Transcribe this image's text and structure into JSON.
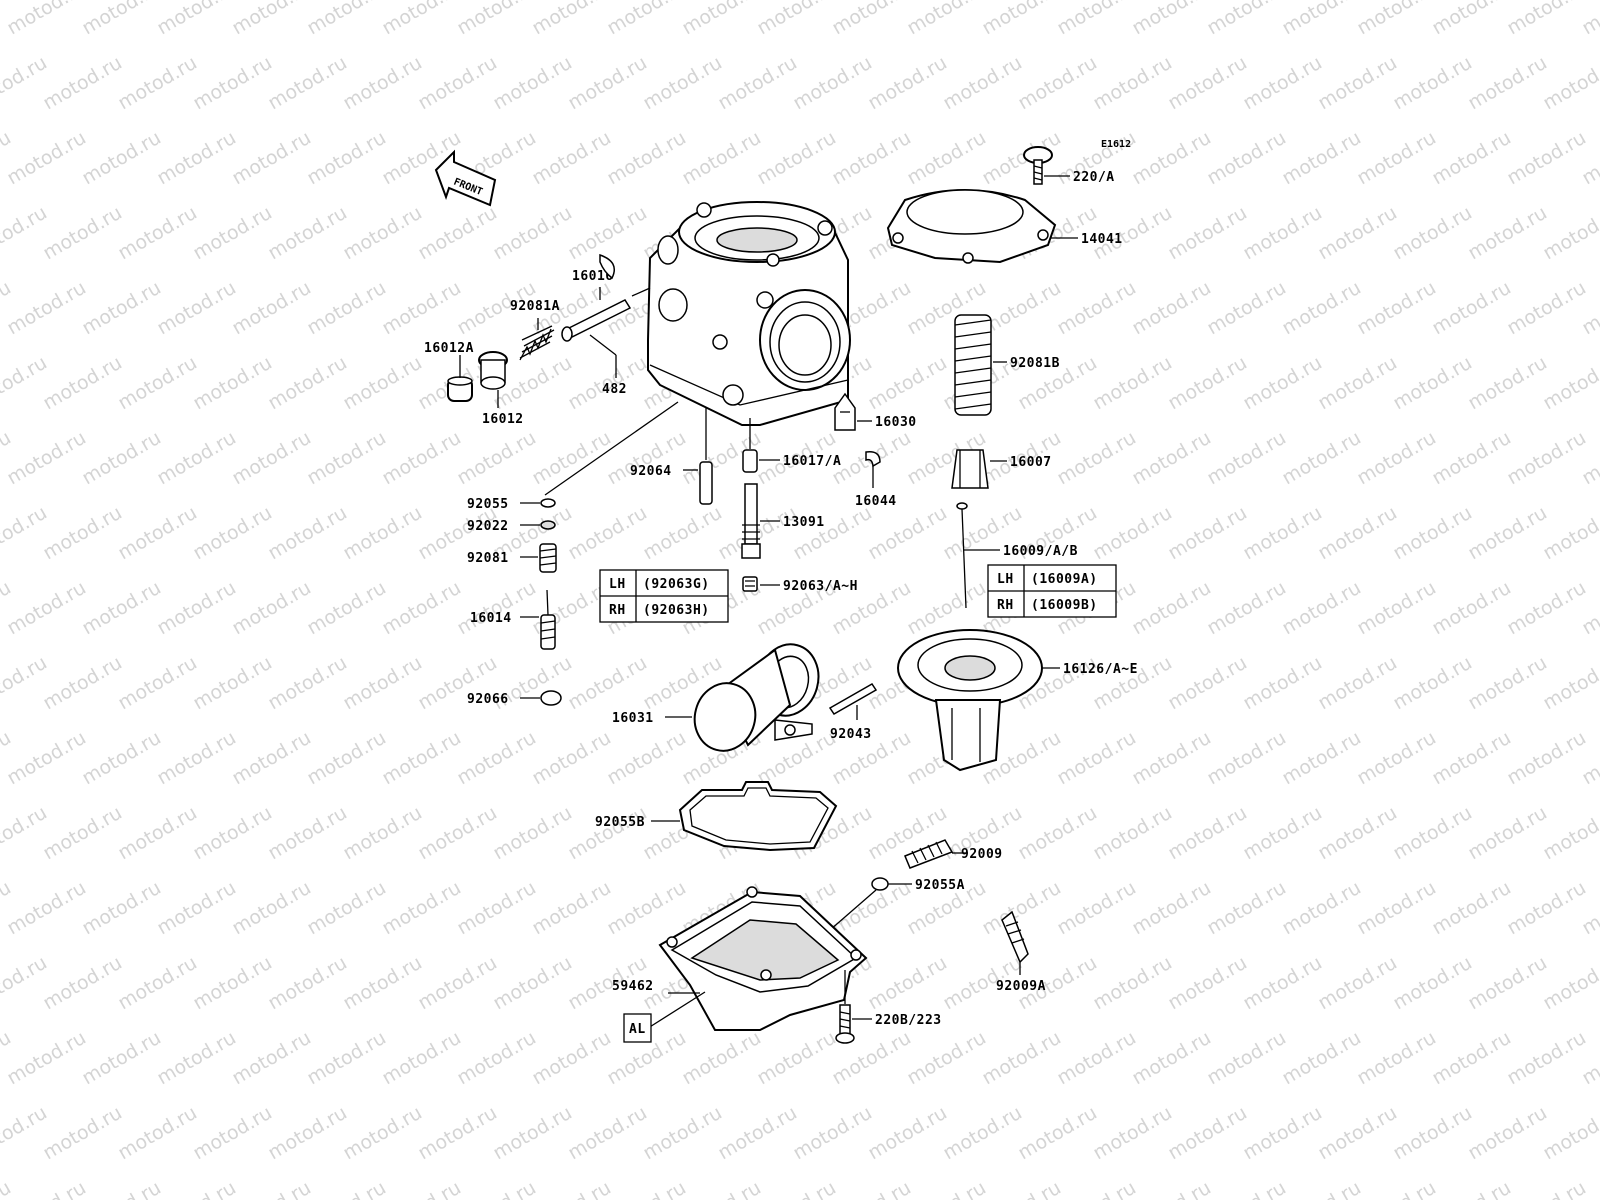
{
  "watermark": "motod.ru",
  "diagram_code": "E1612",
  "front_label": "FRONT",
  "al_label": "AL",
  "parts": {
    "p220a": "220/A",
    "p14041": "14041",
    "p16016": "16016",
    "p92081a": "92081A",
    "p16012a": "16012A",
    "p16012": "16012",
    "p482": "482",
    "p92081b": "92081B",
    "p16030": "16030",
    "p16017a": "16017/A",
    "p92064": "92064",
    "p16007": "16007",
    "p16044": "16044",
    "p92055": "92055",
    "p92022": "92022",
    "p13091": "13091",
    "p16009ab": "16009/A/B",
    "p92081": "92081",
    "p92063ah": "92063/A~H",
    "p16014": "16014",
    "p16126ae": "16126/A~E",
    "p92066": "92066",
    "p16031": "16031",
    "p92043": "92043",
    "p92055b": "92055B",
    "p92009": "92009",
    "p92055a": "92055A",
    "p92009a": "92009A",
    "p59462": "59462",
    "p220b223": "220B/223"
  },
  "table_left": {
    "rows": [
      {
        "side": "LH",
        "part": "(92063G)"
      },
      {
        "side": "RH",
        "part": "(92063H)"
      }
    ]
  },
  "table_right": {
    "rows": [
      {
        "side": "LH",
        "part": "(16009A)"
      },
      {
        "side": "RH",
        "part": "(16009B)"
      }
    ]
  }
}
